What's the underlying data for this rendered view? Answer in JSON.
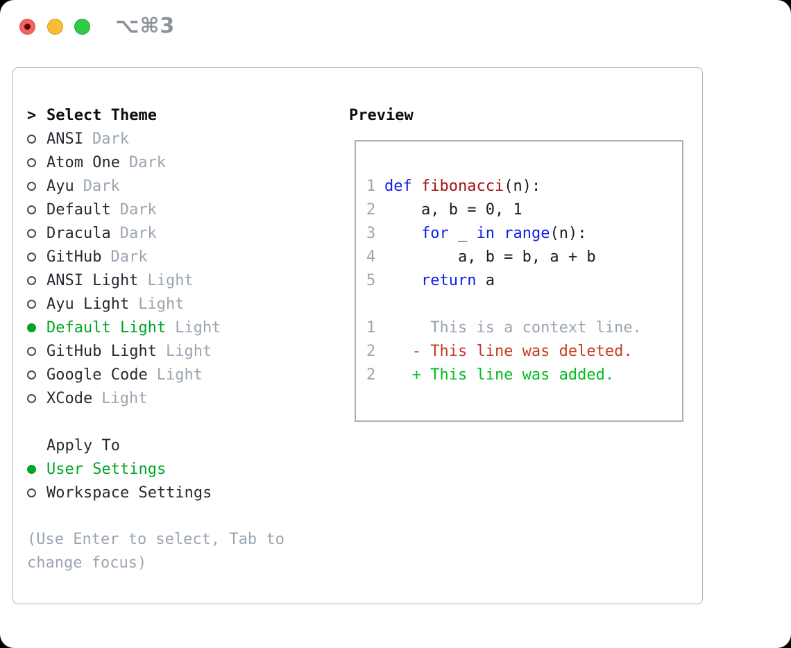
{
  "window": {
    "titlebar": {
      "shortcut": "⌥⌘3",
      "traffic_lights": [
        "close",
        "minimize",
        "zoom"
      ]
    }
  },
  "colors": {
    "ui": {
      "window-bg": "#ffffff",
      "frame-border": "#a9b2bc",
      "text-black": "#0b0e12",
      "text-dark": "#262b31",
      "text-dim": "#9aa5b1",
      "radio-ring": "#454c54",
      "accent-green": "#00a524",
      "traffic-red": "#f7625c",
      "traffic-red-dot": "#5f0703",
      "traffic-yellow": "#f9bc37",
      "traffic-green": "#30c948",
      "shortcut-gray": "#8a9198"
    },
    "syntax": {
      "kw": "#1020e6",
      "fn": "#a31515",
      "plain": "#181b20",
      "gray": "#9aa5b1",
      "del": "#c83c22",
      "add": "#00bd1f"
    }
  },
  "theme_panel": {
    "cursor": ">",
    "header": "Select Theme",
    "themes": [
      {
        "name": "ANSI",
        "variant": "Dark",
        "selected": false
      },
      {
        "name": "Atom One",
        "variant": "Dark",
        "selected": false
      },
      {
        "name": "Ayu",
        "variant": "Dark",
        "selected": false
      },
      {
        "name": "Default",
        "variant": "Dark",
        "selected": false
      },
      {
        "name": "Dracula",
        "variant": "Dark",
        "selected": false
      },
      {
        "name": "GitHub",
        "variant": "Dark",
        "selected": false
      },
      {
        "name": "ANSI Light",
        "variant": "Light",
        "selected": false
      },
      {
        "name": "Ayu Light",
        "variant": "Light",
        "selected": false
      },
      {
        "name": "Default Light",
        "variant": "Light",
        "selected": true
      },
      {
        "name": "GitHub Light",
        "variant": "Light",
        "selected": false
      },
      {
        "name": "Google Code",
        "variant": "Light",
        "selected": false
      },
      {
        "name": "XCode",
        "variant": "Light",
        "selected": false
      }
    ],
    "apply_to": {
      "header": "Apply To",
      "options": [
        {
          "name": "User Settings",
          "selected": true
        },
        {
          "name": "Workspace Settings",
          "selected": false
        }
      ]
    },
    "hint_lines": [
      "(Use Enter to select, Tab to",
      "change focus)"
    ]
  },
  "preview_panel": {
    "header": "Preview",
    "code_lines": [
      {
        "num": "1",
        "tokens": [
          {
            "t": "def",
            "c": "kw"
          },
          {
            "t": " ",
            "c": "plain"
          },
          {
            "t": "fibonacci",
            "c": "fn"
          },
          {
            "t": "(n):",
            "c": "plain"
          }
        ]
      },
      {
        "num": "2",
        "tokens": [
          {
            "t": "    a, b = 0, 1",
            "c": "plain"
          }
        ]
      },
      {
        "num": "3",
        "tokens": [
          {
            "t": "    ",
            "c": "plain"
          },
          {
            "t": "for",
            "c": "kw"
          },
          {
            "t": " _ ",
            "c": "plain"
          },
          {
            "t": "in",
            "c": "kw"
          },
          {
            "t": " ",
            "c": "plain"
          },
          {
            "t": "range",
            "c": "kw"
          },
          {
            "t": "(n):",
            "c": "plain"
          }
        ]
      },
      {
        "num": "4",
        "tokens": [
          {
            "t": "        a, b = b, a + b",
            "c": "plain"
          }
        ]
      },
      {
        "num": "5",
        "tokens": [
          {
            "t": "    ",
            "c": "plain"
          },
          {
            "t": "return",
            "c": "kw"
          },
          {
            "t": " a",
            "c": "plain"
          }
        ]
      },
      {
        "num": "",
        "tokens": []
      },
      {
        "num": "1",
        "tokens": [
          {
            "t": "     This is a context line.",
            "c": "gray"
          }
        ]
      },
      {
        "num": "2",
        "tokens": [
          {
            "t": "   - This line was deleted.",
            "c": "del"
          }
        ]
      },
      {
        "num": "2",
        "tokens": [
          {
            "t": "   + This line was added.",
            "c": "add"
          }
        ]
      }
    ]
  }
}
